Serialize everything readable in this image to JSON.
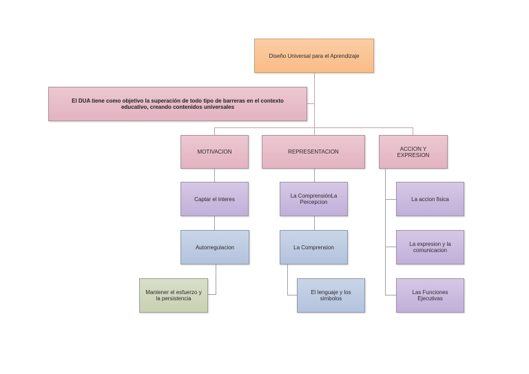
{
  "diagram": {
    "root": {
      "label": "Diseño Universal para el Aprendizaje",
      "color": "#f9c596"
    },
    "description": {
      "label": "El DUA tiene como objetivo la superación de todo tipo de barreras en el contexto educativo, creando contenidos universales",
      "color": "#e8bfcb"
    },
    "branches": [
      {
        "label": "MOTIVACION",
        "children": [
          {
            "label": "Captar el interes"
          },
          {
            "label": "Autorregulacion"
          },
          {
            "label": "Mantener el esfuerzo y la persistencia"
          }
        ]
      },
      {
        "label": "REPRESENTACION",
        "children": [
          {
            "label": "La ComprensiónLa Percepcion"
          },
          {
            "label": "La Comprension"
          },
          {
            "label": "El  lenguaje y los simbolos"
          }
        ]
      },
      {
        "label": "ACCION Y EXPRESION",
        "children": [
          {
            "label": "La accion fisica"
          },
          {
            "label": "La expresion y la comunicacion"
          },
          {
            "label": "Las Funciones Ejecutivas"
          }
        ]
      }
    ],
    "colors": {
      "branch": "#e6b9c7",
      "level1": "#cbbadf",
      "level2": "#bccbe2",
      "level3_green": "#cfd7bd",
      "connector": "#c9a0aa"
    }
  }
}
